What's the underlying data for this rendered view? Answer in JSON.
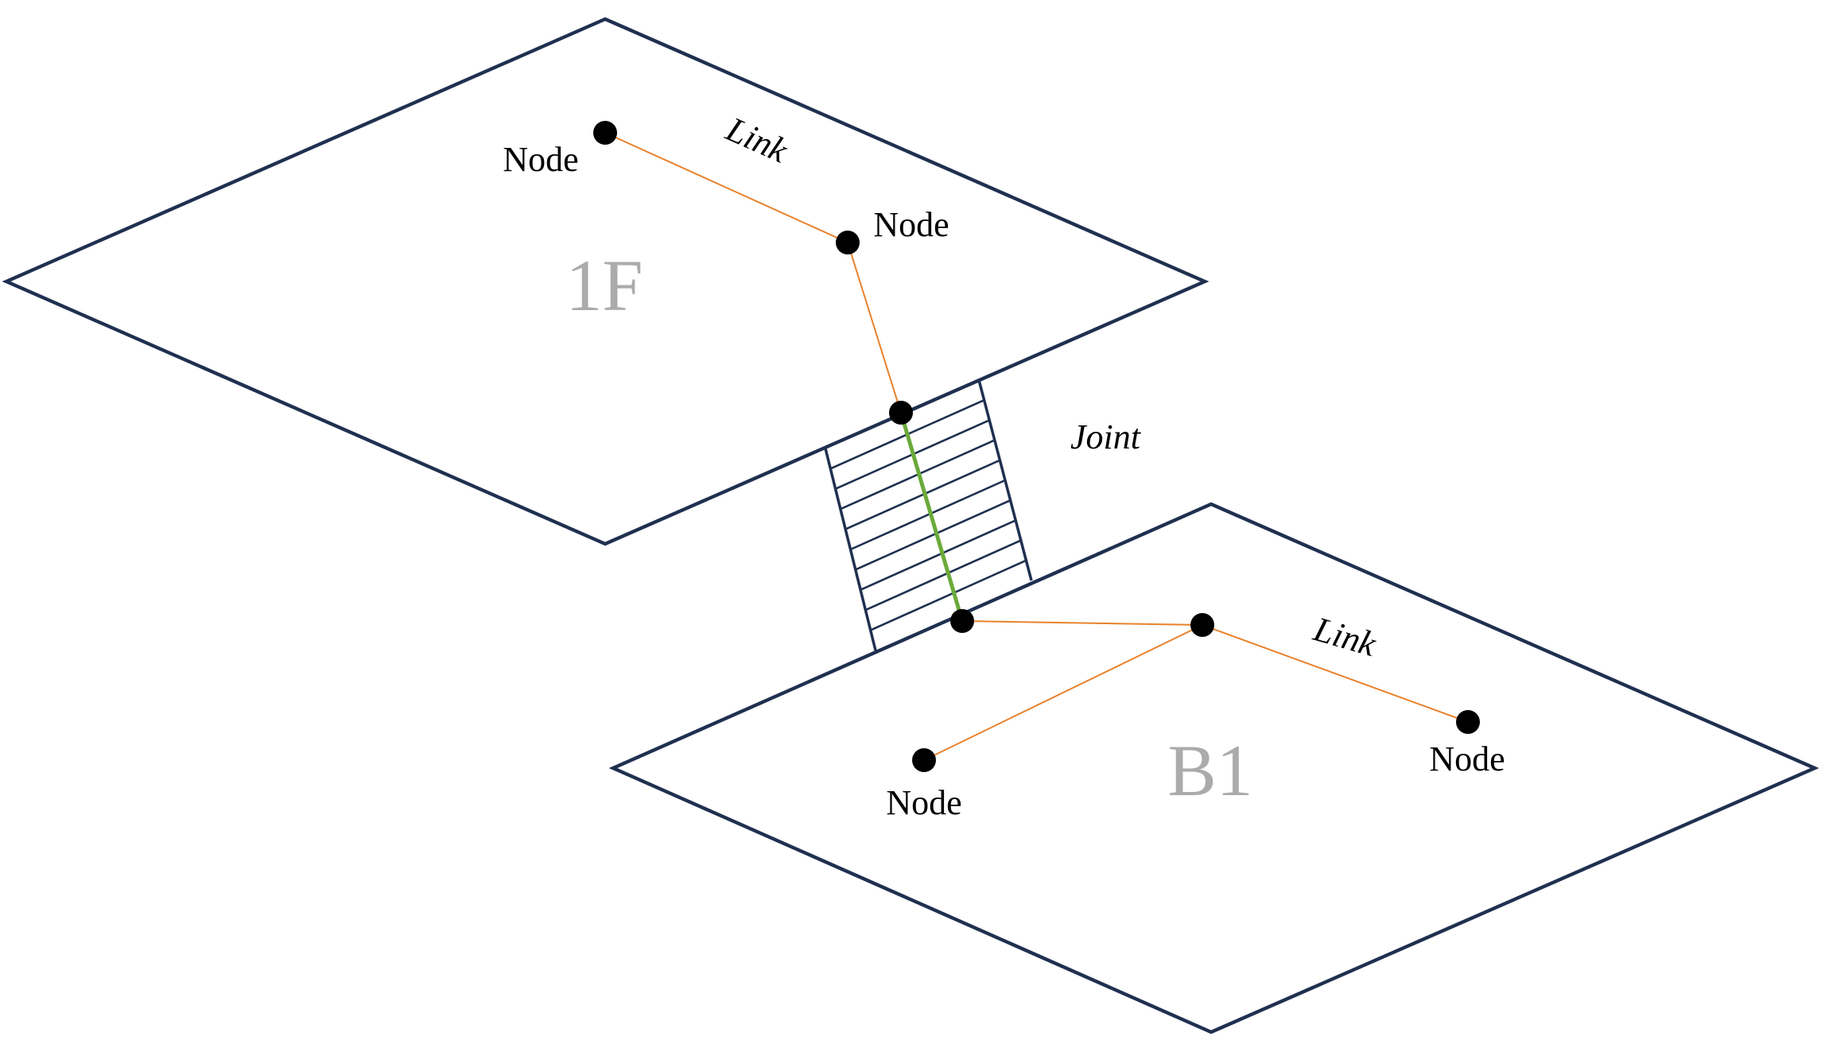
{
  "colors": {
    "floor_outline": "#1f3050",
    "link": "#e8822d",
    "joint": "#6aaa3a",
    "node": "#000000",
    "floor_label": "#ababab"
  },
  "floors": [
    {
      "id": "upper",
      "label": "1F"
    },
    {
      "id": "lower",
      "label": "B1"
    }
  ],
  "labels": {
    "node": "Node",
    "link": "Link",
    "joint": "Joint"
  },
  "nodes": [
    {
      "id": "n1",
      "label": "Node"
    },
    {
      "id": "n2",
      "label": "Node"
    },
    {
      "id": "n3",
      "label": ""
    },
    {
      "id": "n4",
      "label": ""
    },
    {
      "id": "n5",
      "label": ""
    },
    {
      "id": "n6",
      "label": "Node"
    },
    {
      "id": "n7",
      "label": "Node"
    }
  ],
  "links": [
    {
      "from": "n1",
      "to": "n2",
      "kind": "link"
    },
    {
      "from": "n2",
      "to": "n3",
      "kind": "link"
    },
    {
      "from": "n3",
      "to": "n4",
      "kind": "joint"
    },
    {
      "from": "n4",
      "to": "n5",
      "kind": "link"
    },
    {
      "from": "n5",
      "to": "n6",
      "kind": "link"
    },
    {
      "from": "n5",
      "to": "n7",
      "kind": "link"
    }
  ]
}
